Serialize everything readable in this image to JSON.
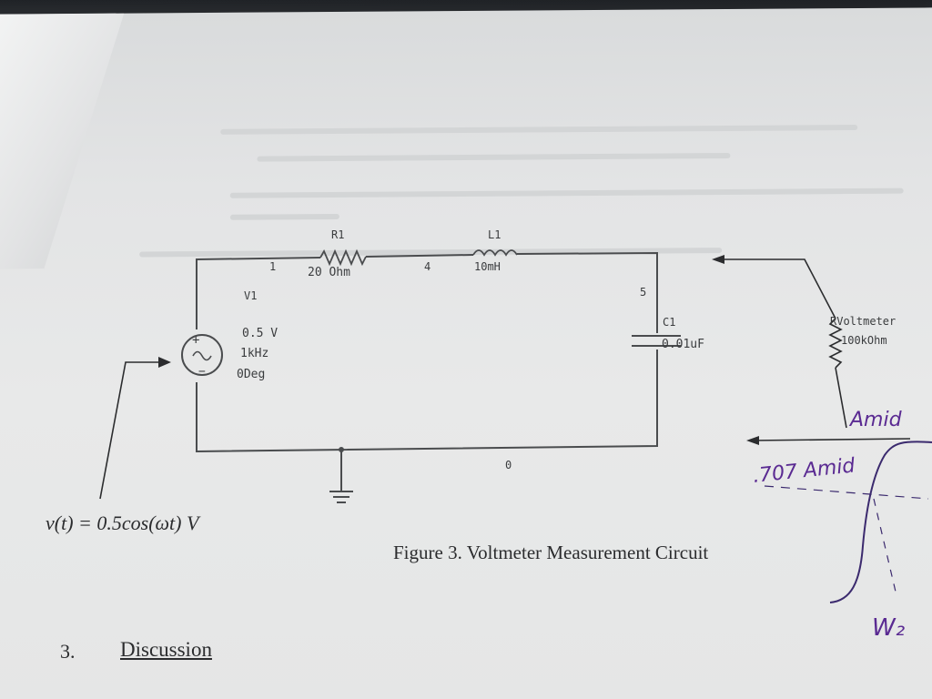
{
  "circuit": {
    "r1": {
      "name": "R1",
      "value": "20 Ohm"
    },
    "l1": {
      "name": "L1",
      "value": "10mH"
    },
    "c1": {
      "name": "C1",
      "value": "0.01uF"
    },
    "v1": {
      "name": "V1",
      "amplitude": "0.5 V",
      "frequency": "1kHz",
      "phase": "0Deg"
    },
    "rvoltmeter": {
      "name": "RVoltmeter",
      "value": "100kOhm"
    },
    "nodes": {
      "n1": "1",
      "n4": "4",
      "n5": "5",
      "n0": "0"
    }
  },
  "equation": "v(t) = 0.5cos(ωt) V",
  "figure_caption": "Figure 3. Voltmeter Measurement Circuit",
  "section": {
    "number": "3.",
    "title": "Discussion"
  },
  "annotations": {
    "amid": "Amid",
    "point707": ".707 Amid",
    "w2": "W₂"
  },
  "colors": {
    "paper": "#e6e7e7",
    "ink": "#3a3c3e",
    "handwriting": "#5a2a92"
  }
}
